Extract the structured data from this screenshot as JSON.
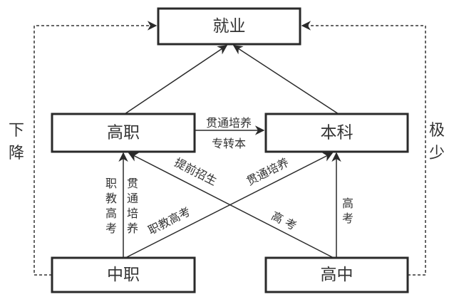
{
  "nodes": {
    "employment": "就业",
    "higher_vocational": "高职",
    "undergraduate": "本科",
    "secondary_vocational": "中职",
    "high_school": "高中"
  },
  "edges": {
    "hv_to_ug_top": "贯通培养",
    "hv_to_ug_bottom": "专转本",
    "sv_to_hv_left": [
      "职",
      "教",
      "高",
      "考"
    ],
    "sv_to_hv_right": [
      "贯",
      "通",
      "培",
      "养"
    ],
    "hs_to_hv": "提前招生",
    "sv_to_ug_upper": "贯通培养",
    "sv_to_ug_lower": "职教高考",
    "hs_to_hv_lower": "高 考",
    "hs_to_ug": [
      "高",
      "考"
    ]
  },
  "side_labels": {
    "left": [
      "下",
      "降"
    ],
    "right": [
      "极",
      "少"
    ]
  }
}
